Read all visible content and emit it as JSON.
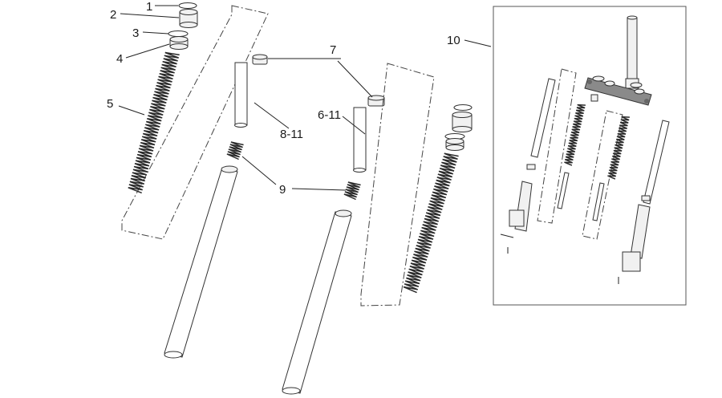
{
  "diagram": {
    "callouts": [
      {
        "id": "c1",
        "text": "1"
      },
      {
        "id": "c2",
        "text": "2"
      },
      {
        "id": "c3",
        "text": "3"
      },
      {
        "id": "c4",
        "text": "4"
      },
      {
        "id": "c5",
        "text": "5"
      },
      {
        "id": "c7",
        "text": "7"
      },
      {
        "id": "c8",
        "text": "8-11"
      },
      {
        "id": "c6",
        "text": "6-11"
      },
      {
        "id": "c9",
        "text": "9"
      },
      {
        "id": "c10",
        "text": "10"
      }
    ]
  }
}
